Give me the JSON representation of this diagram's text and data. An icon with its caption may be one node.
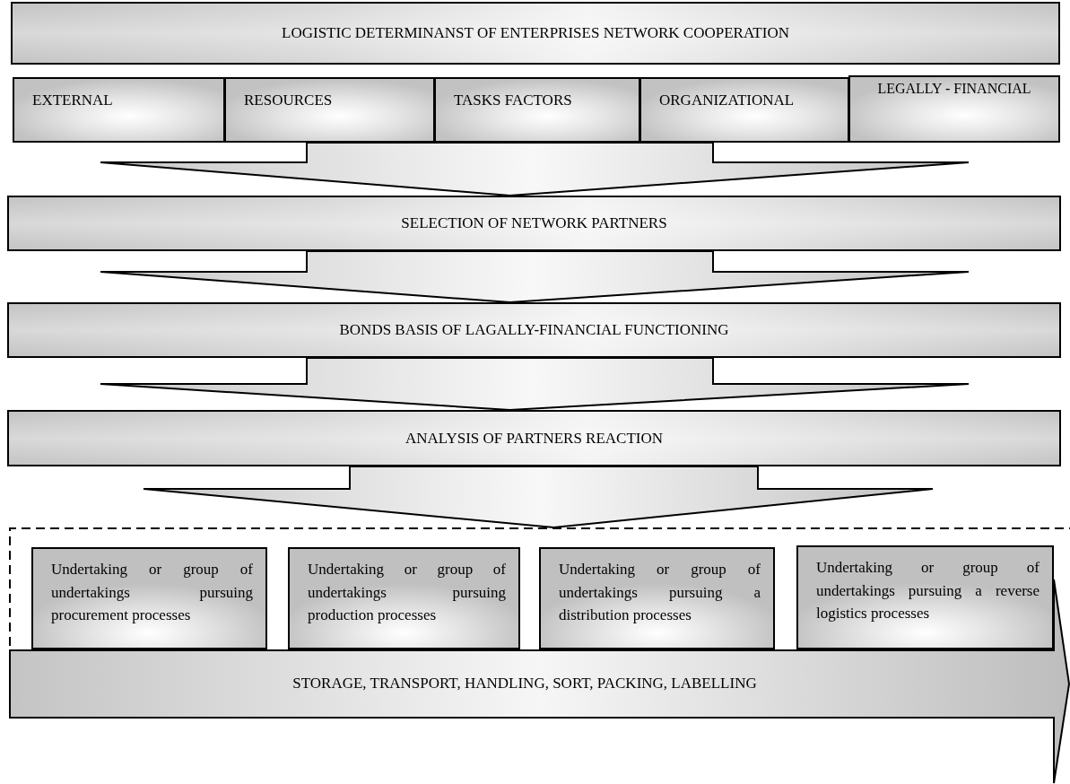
{
  "diagram": {
    "nodes": [
      {
        "text": [
          "LOGISTIC DETERMINANST OF ENTERPRISES NETWORK COOPERATION"
        ]
      },
      {
        "text": [
          "EXTERNAL"
        ]
      },
      {
        "text": [
          "RESOURCES"
        ]
      },
      {
        "text": [
          "TASKS FACTORS"
        ]
      },
      {
        "text": [
          "ORGANIZATIONAL"
        ]
      },
      {
        "text": [
          "LEGALLY - FINANCIAL"
        ]
      },
      {
        "text": [
          "SELECTION OF NETWORK PARTNERS"
        ]
      },
      {
        "text": [
          "BONDS BASIS OF LAGALLY-FINANCIAL FUNCTIONING"
        ]
      },
      {
        "text": [
          "ANALYSIS OF PARTNERS REACTION"
        ]
      },
      {
        "text": [],
        "shape": "box"
      },
      {
        "text": [
          "Undertaking or group of undertakings pursuing procurement processes"
        ],
        "in": 9
      },
      {
        "text": [
          "Undertaking or group of undertakings pursuing production processes"
        ],
        "in": 9
      },
      {
        "text": [
          "Undertaking or group of undertakings pursuing a distribution processes"
        ],
        "in": 9
      },
      {
        "text": [
          "Undertaking or group of undertakings pursuing a reverse logistics processes"
        ],
        "in": 9
      },
      {
        "text": [
          "STORAGE, TRANSPORT, HANDLING, SORT, PACKING, LABELLING"
        ],
        "in": 9
      }
    ],
    "edges": [
      {
        "from": 1,
        "to": 6,
        "arrow": "to",
        "style": "thick"
      },
      {
        "from": 2,
        "to": 6,
        "arrow": "to",
        "style": "thick"
      },
      {
        "from": 3,
        "to": 6,
        "arrow": "to",
        "style": "thick"
      },
      {
        "from": 4,
        "to": 6,
        "arrow": "to",
        "style": "thick"
      },
      {
        "from": 5,
        "to": 6,
        "arrow": "to",
        "style": "thick"
      },
      {
        "from": 6,
        "to": 7,
        "arrow": "to",
        "style": "thick"
      },
      {
        "from": 7,
        "to": 8,
        "arrow": "to",
        "style": "thick"
      },
      {
        "from": 8,
        "to": 9,
        "arrow": "to",
        "style": "thick"
      }
    ]
  }
}
